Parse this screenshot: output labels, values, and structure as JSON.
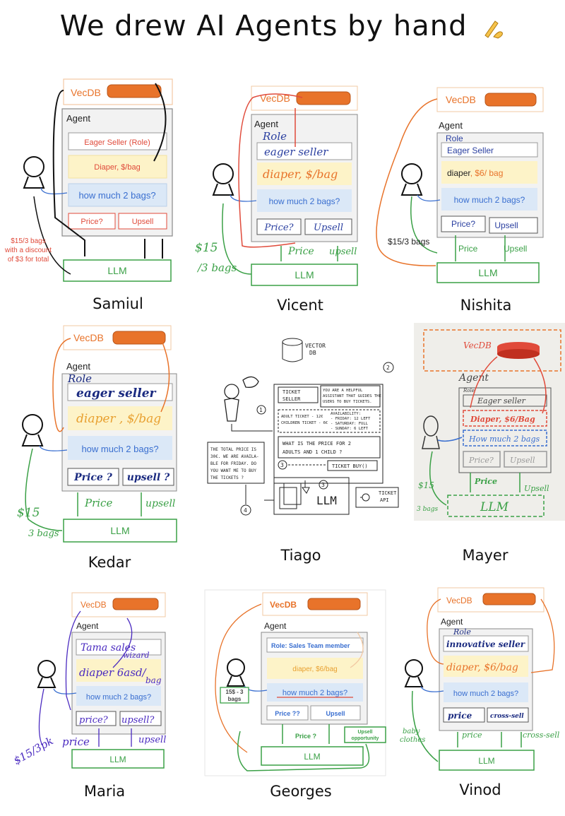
{
  "title": "We drew AI Agents by hand",
  "title_icon": "writing-hand-icon",
  "colors": {
    "orange": "#e8732a",
    "green": "#3aa046",
    "blue": "#3a6fd0",
    "red": "#e04a3a",
    "yellow": "#fdf3c8",
    "lightblue": "#dbe8f7",
    "purple": "#5a3fd0"
  },
  "samiul": {
    "name": "Samiul",
    "vecdb": "VecDB",
    "agent": "Agent",
    "role": "Eager Seller (Role)",
    "product": "Diaper, $/bag",
    "question": "how much 2 bags?",
    "price": "Price?",
    "upsell": "Upsell",
    "llm": "LLM",
    "answer_1": "$15/3 bags",
    "answer_2": "with a discount",
    "answer_3": "of $3 for total"
  },
  "vicent": {
    "name": "Vicent",
    "vecdb": "VecDB",
    "agent": "Agent",
    "role_label": "Role",
    "role": "eager seller",
    "product": "diaper, $/bag",
    "question": "how much 2 bags?",
    "price": "Price?",
    "upsell": "Upsell",
    "llm": "LLM",
    "price_arrow": "Price",
    "upsell_arrow": "upsell",
    "answer_1": "$15",
    "answer_2": "/3 bags"
  },
  "nishita": {
    "name": "Nishita",
    "vecdb": "VecDB",
    "agent": "Agent",
    "role_label": "Role",
    "role": "Eager Seller",
    "product_1": "diaper",
    "product_2": ", $6/ bag",
    "question": "how much 2 bags?",
    "price": "Price?",
    "upsell": "Upsell",
    "llm": "LLM",
    "price_arrow": "Price",
    "upsell_arrow": "Upsell",
    "answer": "$15/3 bags"
  },
  "kedar": {
    "name": "Kedar",
    "vecdb": "VecDB",
    "agent": "Agent",
    "role_label": "Role",
    "role": "eager seller",
    "product": "diaper , $/bag",
    "question": "how much 2 bags?",
    "price": "Price ?",
    "upsell": "upsell ?",
    "llm": "LLM",
    "price_arrow": "Price",
    "upsell_arrow": "upsell",
    "answer_1": "$15",
    "answer_2": "3 bags"
  },
  "tiago": {
    "name": "Tiago",
    "vector_db_1": "VECTOR",
    "vector_db_2": "DB",
    "ticket_seller_1": "TICKET",
    "ticket_seller_2": "SELLER",
    "role_1": "YOU ARE A HELPFUL",
    "role_2": "ASSISTANT THAT GUIDES THE",
    "role_3": "USERS TO BUY TICKETS.",
    "prices_1": "ADULT TICKET - 12€",
    "prices_2": "CHILDREN TICKET - 6€",
    "avail_1": "AVAILABILITY:",
    "avail_2": "- FRIDAY: 12 LEFT",
    "avail_3": "- SATURDAY: FULL",
    "avail_4": "- SUNDAY: 6 LEFT",
    "question_1": "WHAT IS THE PRICE FOR 2",
    "question_2": "ADULTS AND 1 CHILD ?",
    "answer_1": "THE TOTAL PRICE IS",
    "answer_2": "30€. WE ARE AVAILA-",
    "answer_3": "BLE FOR FRIDAY. DO",
    "answer_4": "YOU WANT ME TO BUY",
    "answer_5": "THE TICKETS ?",
    "tool": "TICKET BUY()",
    "llm": "LLM",
    "api_1": "TICKET",
    "api_2": "API",
    "step_1": "1",
    "step_2": "2",
    "step_3": "3",
    "step_3b": "3",
    "step_4": "4"
  },
  "mayer": {
    "name": "Mayer",
    "vecdb": "VecDB",
    "agent": "Agent",
    "role_label": "Role",
    "role": "Eager seller",
    "product": "Diaper, $6/Bag",
    "question": "How much 2 bags",
    "price": "Price?",
    "upsell": "Upsell",
    "llm": "LLM",
    "price_arrow": "Price",
    "upsell_arrow": "Upsell",
    "answer_1": "$15",
    "answer_2": "3 bags"
  },
  "maria": {
    "name": "Maria",
    "vecdb": "VecDB",
    "agent": "Agent",
    "role_1": "Tama sales",
    "role_2": "wizard",
    "product_1": "diaper 6asd/",
    "product_2": "bag",
    "question": "how much 2 bags?",
    "price": "price?",
    "upsell": "upsell?",
    "llm": "LLM",
    "price_arrow": "price",
    "upsell_arrow": "upsell",
    "answer": "$15/3pk"
  },
  "georges": {
    "name": "Georges",
    "vecdb": "VecDB",
    "agent": "Agent",
    "role": "Role: Sales Team member",
    "product": "diaper, $6/bag",
    "question": "how much 2 bags?",
    "price": "Price ??",
    "upsell": "Upsell",
    "llm": "LLM",
    "price_arrow": "Price ?",
    "upsell_1": "Upsell",
    "upsell_2": "opportunity",
    "answer_1": "15$ - 3",
    "answer_2": "bags"
  },
  "vinod": {
    "name": "Vinod",
    "vecdb": "VecDB",
    "agent": "Agent",
    "role_label": "Role",
    "role": "innovative seller",
    "product": "diaper, $6/bag",
    "question": "how much 2 bags?",
    "price": "price",
    "upsell": "cross-sell",
    "llm": "LLM",
    "price_arrow": "price",
    "upsell_arrow": "cross-sell",
    "answer_1": "baby",
    "answer_2": "clothes"
  }
}
